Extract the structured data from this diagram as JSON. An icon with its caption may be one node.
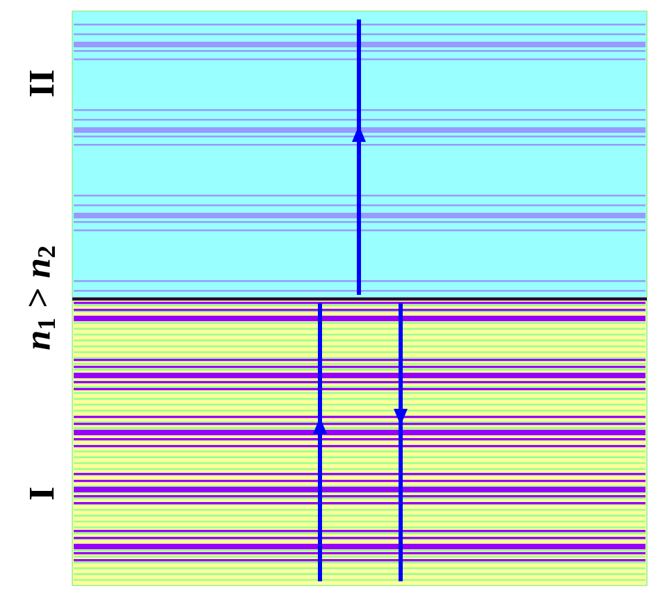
{
  "diagram": {
    "nodes": [
      {
        "text": [
          "II"
        ]
      },
      {
        "text": [
          "I"
        ]
      }
    ],
    "labels": [
      "*n*$_{1}$ > *n*$_{2}$"
    ]
  }
}
